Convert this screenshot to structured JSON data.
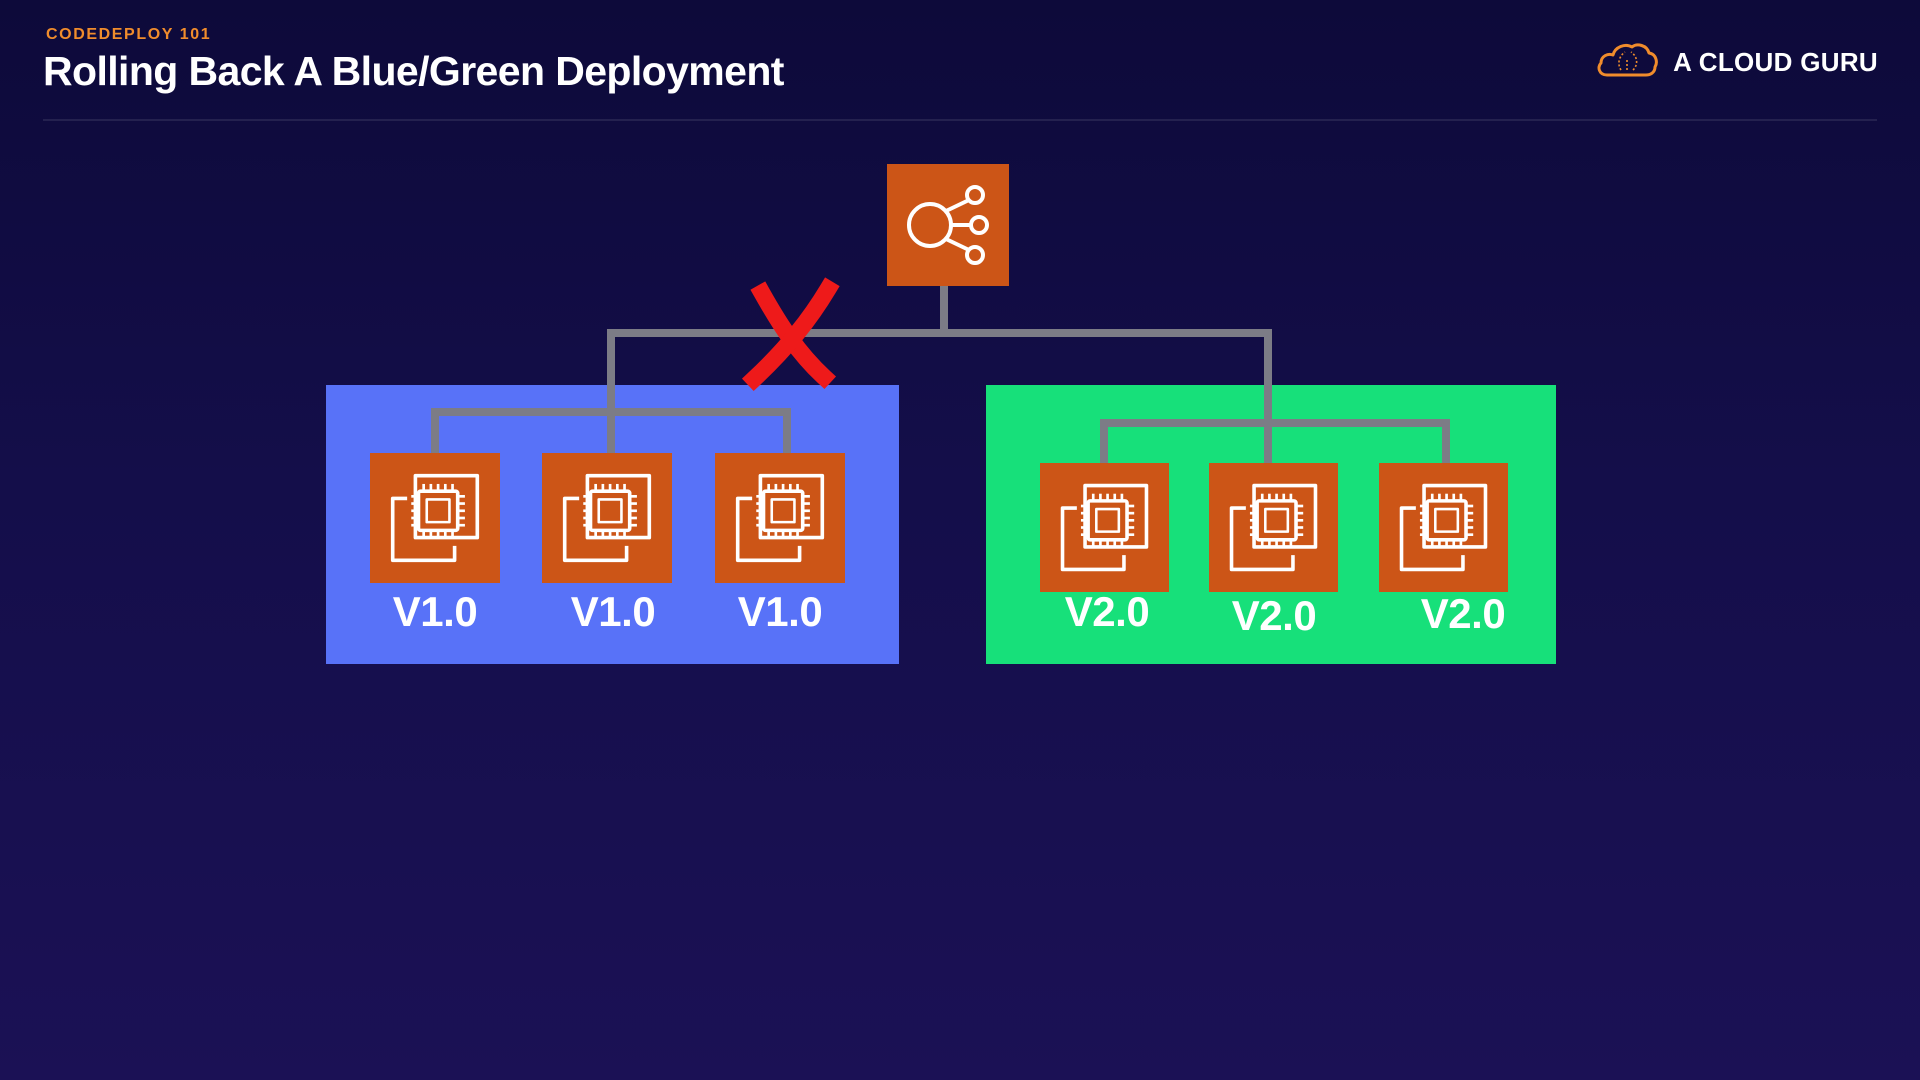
{
  "header": {
    "kicker": "CODEDEPLOY 101",
    "title": "Rolling Back A Blue/Green Deployment"
  },
  "brand": {
    "name": "A CLOUD GURU",
    "logo_icon": "cloud-logo-icon"
  },
  "colors": {
    "accent": "#f08c2c",
    "aws_orange": "#cc5517",
    "blue_group": "#5872f8",
    "green_group": "#17e07a",
    "connector": "#7c7c86",
    "cross": "#ee1a1a"
  },
  "diagram": {
    "load_balancer": {
      "icon": "load-balancer-icon"
    },
    "blue_group": {
      "instances": [
        {
          "label": "V1.0",
          "icon": "ec2-instance-icon"
        },
        {
          "label": "V1.0",
          "icon": "ec2-instance-icon"
        },
        {
          "label": "V1.0",
          "icon": "ec2-instance-icon"
        }
      ]
    },
    "green_group": {
      "instances": [
        {
          "label": "V2.0",
          "icon": "ec2-instance-icon"
        },
        {
          "label": "V2.0",
          "icon": "ec2-instance-icon"
        },
        {
          "label": "V2.0",
          "icon": "ec2-instance-icon"
        }
      ]
    },
    "cut_marker": {
      "icon": "red-x-icon",
      "meaning": ""
    }
  }
}
